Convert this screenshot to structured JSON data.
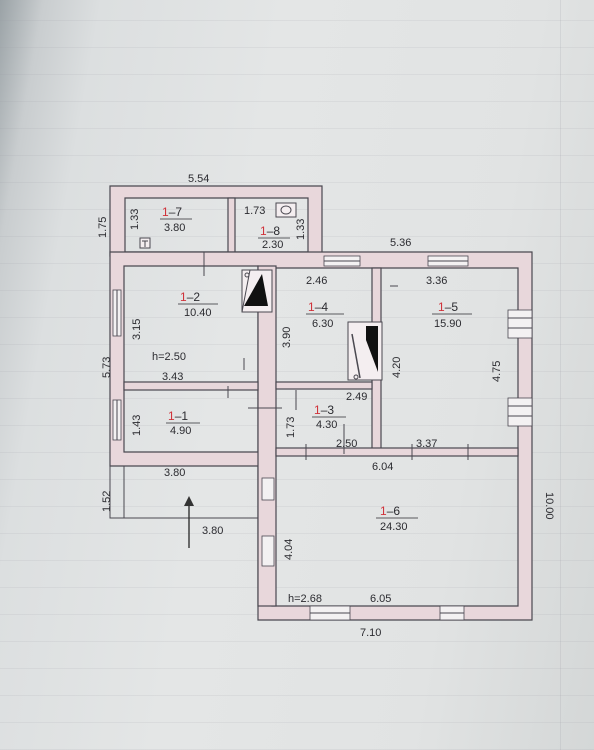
{
  "dimensions": {
    "top_annex_width": "5.54",
    "top_main_width": "5.36",
    "annex_height_left": "1.75",
    "annex_inner_height": "1.33",
    "wc_width": "1.73",
    "wc_height": "1.33",
    "left_total_height": "5.73",
    "room2_height": "3.15",
    "room2_width": "3.43",
    "room1_height": "1.43",
    "porch_height": "1.52",
    "porch_width_top": "3.80",
    "porch_width_bottom": "3.80",
    "room4_width": "2.46",
    "room4_height": "3.90",
    "room5_width": "3.36",
    "room5_height": "4.75",
    "room4_right_height": "4.20",
    "room3_width_top": "2.49",
    "room3_width_bottom": "2.50",
    "room3_height": "1.73",
    "room5_bottom_width": "3.37",
    "room6_width_top": "6.04",
    "room6_width_bottom": "6.05",
    "room6_height": "4.04",
    "outer_height_right": "10.00",
    "outer_width_bottom": "7.10"
  },
  "ceiling_heights": {
    "room2": "h=2.50",
    "room6": "h=2.68"
  },
  "rooms": [
    {
      "id": "1-7",
      "prefix": "1",
      "number": "7",
      "area": "3.80"
    },
    {
      "id": "1-8",
      "prefix": "1",
      "number": "8",
      "area": "2.30"
    },
    {
      "id": "1-2",
      "prefix": "1",
      "number": "2",
      "area": "10.40"
    },
    {
      "id": "1-1",
      "prefix": "1",
      "number": "1",
      "area": "4.90"
    },
    {
      "id": "1-4",
      "prefix": "1",
      "number": "4",
      "area": "6.30"
    },
    {
      "id": "1-5",
      "prefix": "1",
      "number": "5",
      "area": "15.90"
    },
    {
      "id": "1-3",
      "prefix": "1",
      "number": "3",
      "area": "4.30"
    },
    {
      "id": "1-6",
      "prefix": "1",
      "number": "6",
      "area": "24.30"
    }
  ],
  "colors": {
    "room_number": "#d0323a",
    "ink": "#2b2b30",
    "wall_fill": "#e8d7db"
  }
}
